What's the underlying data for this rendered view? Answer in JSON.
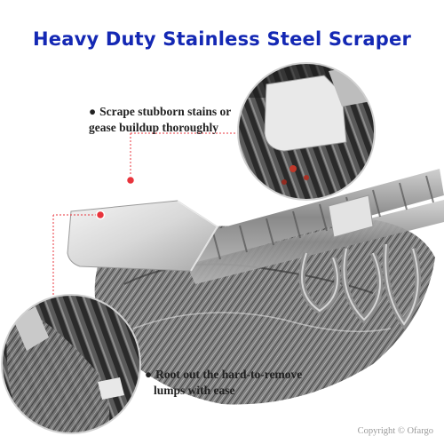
{
  "title": "Heavy Duty Stainless Steel Scraper",
  "callouts": {
    "top": {
      "bullet": "●",
      "line1": "Scrape stubborn stains or",
      "line2": "gease buildup thoroughly"
    },
    "bottom": {
      "bullet": "●",
      "line1": "Root out the hard-to-remove",
      "line2": "lumps with ease"
    }
  },
  "copyright": "Copyright © Ofargo",
  "colors": {
    "title": "#1428b4",
    "marker": "#e8343c"
  }
}
